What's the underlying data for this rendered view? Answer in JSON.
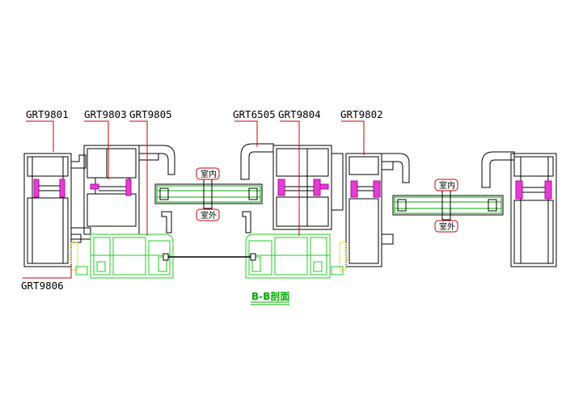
{
  "labels": {
    "grt9801": "GRT9801",
    "grt9803": "GRT9803",
    "grt9805": "GRT9805",
    "grt6505": "GRT6505",
    "grt9804": "GRT9804",
    "grt9802": "GRT9802",
    "grt9806": "GRT9806"
  },
  "glass_left": {
    "inside": "室内",
    "outside": "室外"
  },
  "glass_right": {
    "inside": "室内",
    "outside": "室外"
  },
  "title": "B-B剖面",
  "colors": {
    "frame": "#000000",
    "sash": "#22cc22",
    "gasket": "#e040d0",
    "leader": "#cc0000",
    "glass_line": "#00aa00",
    "seal": "#e0c000"
  }
}
